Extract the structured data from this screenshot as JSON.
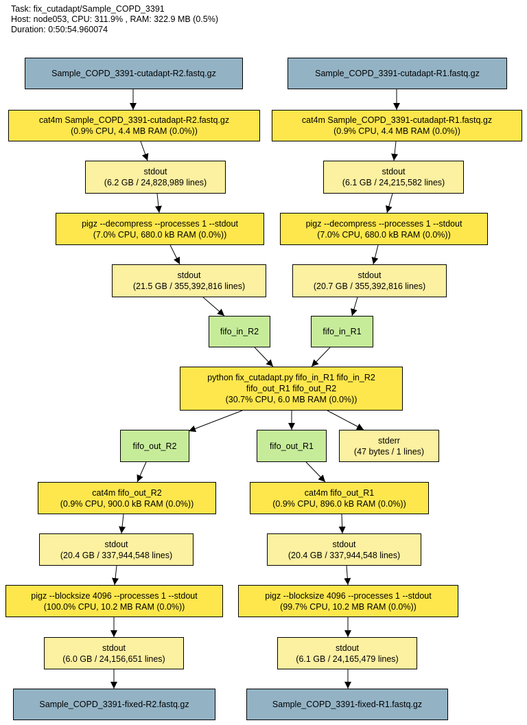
{
  "header": {
    "task": "Task: fix_cutadapt/Sample_COPD_3391",
    "host": "Host: node053, CPU: 311.9% , RAM: 322.9 MB (0.5%)",
    "duration": "Duration: 0:50:54.960074"
  },
  "colors": {
    "file": "#93b3c5",
    "process": "#fde74c",
    "stream": "#fcf0a1",
    "fifo": "#c6ec9a"
  },
  "nodes": {
    "in_r2": {
      "lines": [
        "Sample_COPD_3391-cutadapt-R2.fastq.gz"
      ]
    },
    "in_r1": {
      "lines": [
        "Sample_COPD_3391-cutadapt-R1.fastq.gz"
      ]
    },
    "cat_r2": {
      "lines": [
        "cat4m Sample_COPD_3391-cutadapt-R2.fastq.gz",
        "(0.9% CPU, 4.4 MB RAM (0.0%))"
      ]
    },
    "cat_r1": {
      "lines": [
        "cat4m Sample_COPD_3391-cutadapt-R1.fastq.gz",
        "(0.9% CPU, 4.4 MB RAM (0.0%))"
      ]
    },
    "stdout1_r2": {
      "lines": [
        "stdout",
        "(6.2 GB / 24,828,989 lines)"
      ]
    },
    "stdout1_r1": {
      "lines": [
        "stdout",
        "(6.1 GB / 24,215,582 lines)"
      ]
    },
    "pigzd_r2": {
      "lines": [
        "pigz --decompress --processes 1 --stdout",
        "(7.0% CPU, 680.0 kB RAM (0.0%))"
      ]
    },
    "pigzd_r1": {
      "lines": [
        "pigz --decompress --processes 1 --stdout",
        "(7.0% CPU, 680.0 kB RAM (0.0%))"
      ]
    },
    "stdout2_r2": {
      "lines": [
        "stdout",
        "(21.5 GB / 355,392,816 lines)"
      ]
    },
    "stdout2_r1": {
      "lines": [
        "stdout",
        "(20.7 GB / 355,392,816 lines)"
      ]
    },
    "fifo_in_r2": {
      "lines": [
        "fifo_in_R2"
      ]
    },
    "fifo_in_r1": {
      "lines": [
        "fifo_in_R1"
      ]
    },
    "python": {
      "lines": [
        "python fix_cutadapt.py fifo_in_R1 fifo_in_R2",
        "fifo_out_R1 fifo_out_R2",
        "(30.7% CPU, 6.0 MB RAM (0.0%))"
      ]
    },
    "fifo_out_r2": {
      "lines": [
        "fifo_out_R2"
      ]
    },
    "fifo_out_r1": {
      "lines": [
        "fifo_out_R1"
      ]
    },
    "stderr": {
      "lines": [
        "stderr",
        "(47 bytes / 1 lines)"
      ]
    },
    "cat_out_r2": {
      "lines": [
        "cat4m fifo_out_R2",
        "(0.9% CPU, 900.0 kB RAM (0.0%))"
      ]
    },
    "cat_out_r1": {
      "lines": [
        "cat4m fifo_out_R1",
        "(0.9% CPU, 896.0 kB RAM (0.0%))"
      ]
    },
    "stdout3_r2": {
      "lines": [
        "stdout",
        "(20.4 GB / 337,944,548 lines)"
      ]
    },
    "stdout3_r1": {
      "lines": [
        "stdout",
        "(20.4 GB / 337,944,548 lines)"
      ]
    },
    "pigzc_r2": {
      "lines": [
        "pigz --blocksize 4096 --processes 1 --stdout",
        "(100.0% CPU, 10.2 MB RAM (0.0%))"
      ]
    },
    "pigzc_r1": {
      "lines": [
        "pigz --blocksize 4096 --processes 1 --stdout",
        "(99.7% CPU, 10.2 MB RAM (0.0%))"
      ]
    },
    "stdout4_r2": {
      "lines": [
        "stdout",
        "(6.0 GB / 24,156,651 lines)"
      ]
    },
    "stdout4_r1": {
      "lines": [
        "stdout",
        "(6.1 GB / 24,165,479 lines)"
      ]
    },
    "out_r2": {
      "lines": [
        "Sample_COPD_3391-fixed-R2.fastq.gz"
      ]
    },
    "out_r1": {
      "lines": [
        "Sample_COPD_3391-fixed-R1.fastq.gz"
      ]
    }
  },
  "edges": [
    [
      "in_r2",
      "cat_r2"
    ],
    [
      "in_r1",
      "cat_r1"
    ],
    [
      "cat_r2",
      "stdout1_r2"
    ],
    [
      "cat_r1",
      "stdout1_r1"
    ],
    [
      "stdout1_r2",
      "pigzd_r2"
    ],
    [
      "stdout1_r1",
      "pigzd_r1"
    ],
    [
      "pigzd_r2",
      "stdout2_r2"
    ],
    [
      "pigzd_r1",
      "stdout2_r1"
    ],
    [
      "stdout2_r2",
      "fifo_in_r2"
    ],
    [
      "stdout2_r1",
      "fifo_in_r1"
    ],
    [
      "fifo_in_r2",
      "python"
    ],
    [
      "fifo_in_r1",
      "python"
    ],
    [
      "python",
      "fifo_out_r2"
    ],
    [
      "python",
      "fifo_out_r1"
    ],
    [
      "python",
      "stderr"
    ],
    [
      "fifo_out_r2",
      "cat_out_r2"
    ],
    [
      "fifo_out_r1",
      "cat_out_r1"
    ],
    [
      "cat_out_r2",
      "stdout3_r2"
    ],
    [
      "cat_out_r1",
      "stdout3_r1"
    ],
    [
      "stdout3_r2",
      "pigzc_r2"
    ],
    [
      "stdout3_r1",
      "pigzc_r1"
    ],
    [
      "pigzc_r2",
      "stdout4_r2"
    ],
    [
      "pigzc_r1",
      "stdout4_r1"
    ],
    [
      "stdout4_r2",
      "out_r2"
    ],
    [
      "stdout4_r1",
      "out_r1"
    ]
  ]
}
